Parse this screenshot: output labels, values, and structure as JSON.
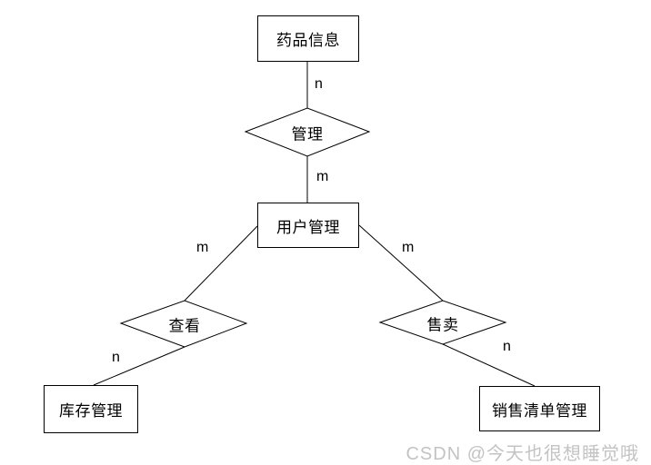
{
  "diagram": {
    "type": "er-diagram",
    "entities": [
      {
        "label": "药品信息"
      },
      {
        "label": "用户管理"
      },
      {
        "label": "库存管理"
      },
      {
        "label": "销售清单管理"
      }
    ],
    "relationships": [
      {
        "label": "管理",
        "from": "药品信息",
        "from_cardinality": "n",
        "to": "用户管理",
        "to_cardinality": "m"
      },
      {
        "label": "查看",
        "from": "用户管理",
        "from_cardinality": "m",
        "to": "库存管理",
        "to_cardinality": "n"
      },
      {
        "label": "售卖",
        "from": "用户管理",
        "from_cardinality": "m",
        "to": "销售清单管理",
        "to_cardinality": "n"
      }
    ],
    "colors": {
      "line": "#000000",
      "text": "#000000",
      "background": "#ffffff"
    }
  },
  "watermark": {
    "text": "CSDN @今天也很想睡觉哦",
    "color": "#c3c3c3"
  }
}
